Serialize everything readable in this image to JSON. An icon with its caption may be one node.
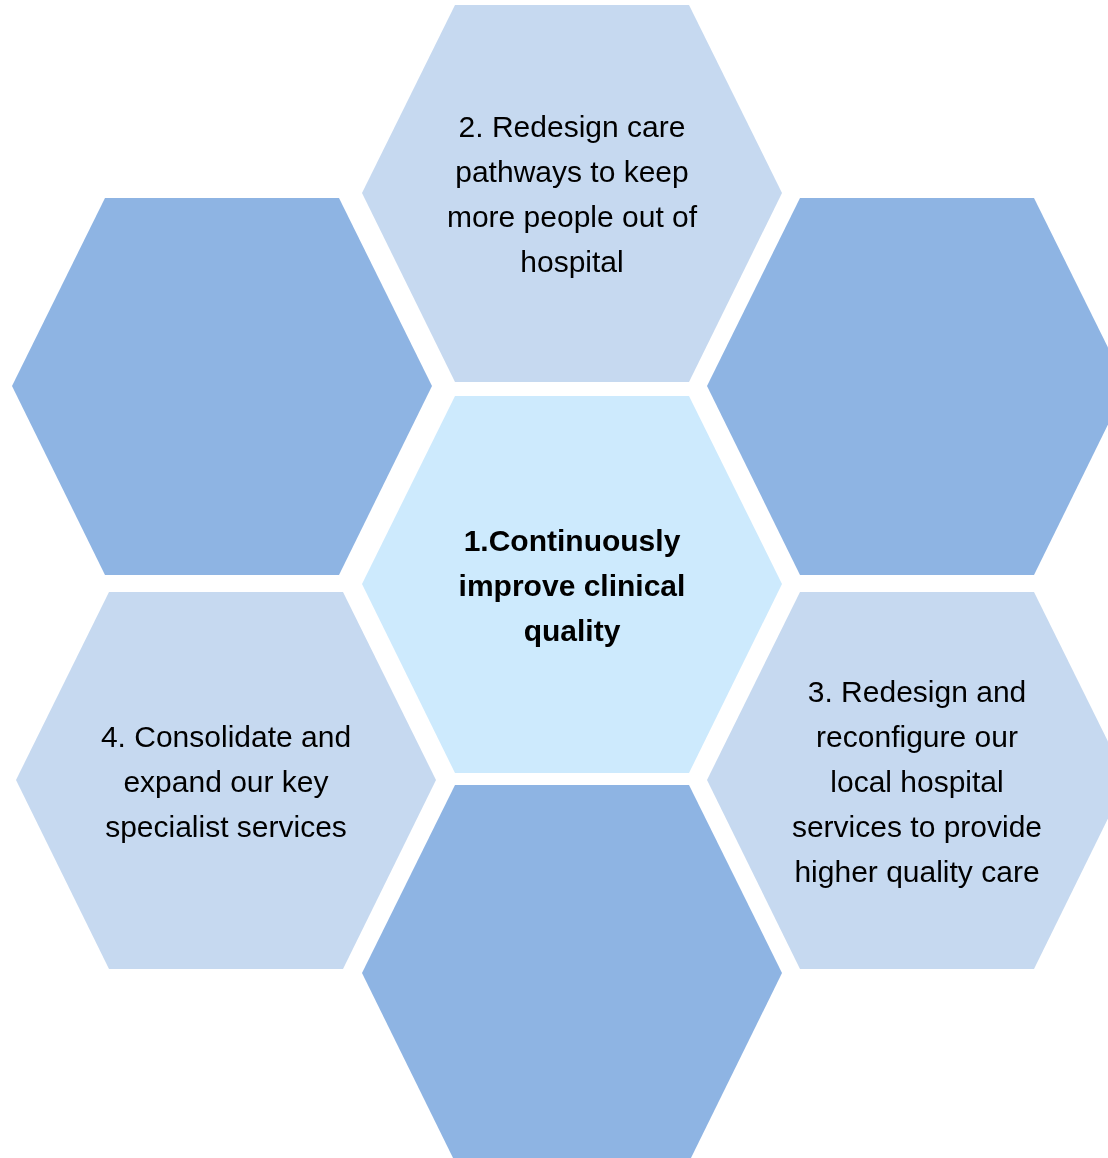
{
  "diagram": {
    "nodes": [
      {
        "text": [
          "2. Redesign care pathways to keep more people out of hospital"
        ]
      },
      {
        "text": [],
        "shape": "hexagon"
      },
      {
        "text": [],
        "shape": "hexagon"
      },
      {
        "text": [
          "1.Continuously improve clinical quality"
        ]
      },
      {
        "text": [
          "4. Consolidate and expand our key specialist services"
        ]
      },
      {
        "text": [
          "3. Redesign and reconfigure our local hospital services to provide higher quality care"
        ]
      },
      {
        "text": [],
        "shape": "hexagon"
      }
    ]
  }
}
